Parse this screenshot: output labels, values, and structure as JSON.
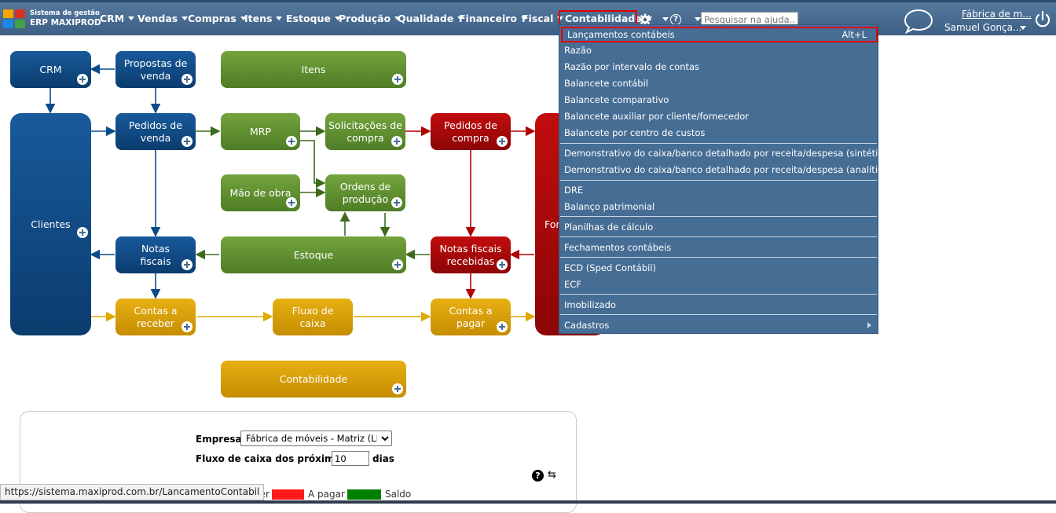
{
  "header": {
    "logo_line1": "Sistema de gestão",
    "logo_line2": "ERP MAXIPROD",
    "menus": [
      "CRM",
      "Vendas",
      "Compras",
      "Itens",
      "Estoque",
      "Produção",
      "Qualidade",
      "Financeiro",
      "Fiscal",
      "Contabilidade"
    ],
    "active_menu": "Contabilidade",
    "search_placeholder": "Pesquisar na ajuda...",
    "company": "Fábrica de m...",
    "user": "Samuel Gonça..."
  },
  "dropdown": {
    "items": [
      {
        "label": "Lançamentos contábeis",
        "shortcut": "Alt+L"
      },
      {
        "label": "Razão"
      },
      {
        "label": "Razão por intervalo de contas"
      },
      {
        "label": "Balancete contábil"
      },
      {
        "label": "Balancete comparativo"
      },
      {
        "label": "Balancete auxiliar por cliente/fornecedor"
      },
      {
        "label": "Balancete por centro de custos"
      },
      {
        "label": "Demonstrativo do caixa/banco detalhado por receita/despesa (sintético)"
      },
      {
        "label": "Demonstrativo do caixa/banco detalhado por receita/despesa (analítico)"
      },
      {
        "label": "DRE"
      },
      {
        "label": "Balanço patrimonial"
      },
      {
        "label": "Planilhas de cálculo"
      },
      {
        "label": "Fechamentos contábeis"
      },
      {
        "label": "ECD (Sped Contábil)"
      },
      {
        "label": "ECF"
      },
      {
        "label": "Imobilizado"
      },
      {
        "label": "Cadastros"
      }
    ]
  },
  "flow": {
    "crm": "CRM",
    "propostas": "Propostas de\nvenda",
    "itens": "Itens",
    "clientes": "Clientes",
    "pedidos_venda": "Pedidos de\nvenda",
    "mrp": "MRP",
    "solicitacoes": "Solicitações de\ncompra",
    "pedidos_compra": "Pedidos de\ncompra",
    "fornecedores": "For",
    "mao_obra": "Mão de obra",
    "ordens": "Ordens de\nprodução",
    "notas_fiscais": "Notas\nfiscais",
    "estoque": "Estoque",
    "notas_recebidas": "Notas fiscais\nrecebidas",
    "contas_receber": "Contas a\nreceber",
    "fluxo_caixa": "Fluxo de\ncaixa",
    "contas_pagar": "Contas a\npagar",
    "contabilidade": "Contabilidade"
  },
  "panel": {
    "empresa_label": "Empresa",
    "empresa_value": "Fábrica de móveis - Matriz (LP)",
    "fluxo_label": "Fluxo de caixa dos próximos",
    "fluxo_days": "10",
    "dias_label": "dias",
    "legend": [
      {
        "label": "receber",
        "color": "#e7b012"
      },
      {
        "label": "A pagar",
        "color": "#ff1a1a"
      },
      {
        "label": "Saldo",
        "color": "#008000"
      }
    ]
  },
  "status_url": "https://sistema.maxiprod.com.br/LancamentoContabil",
  "colors": {
    "topbar": "#466d94",
    "flow_blue": "#0b4b8a",
    "flow_green": "#5e8f2c",
    "flow_red": "#a80808",
    "flow_gold": "#d89e06",
    "highlight": "#e00000"
  }
}
